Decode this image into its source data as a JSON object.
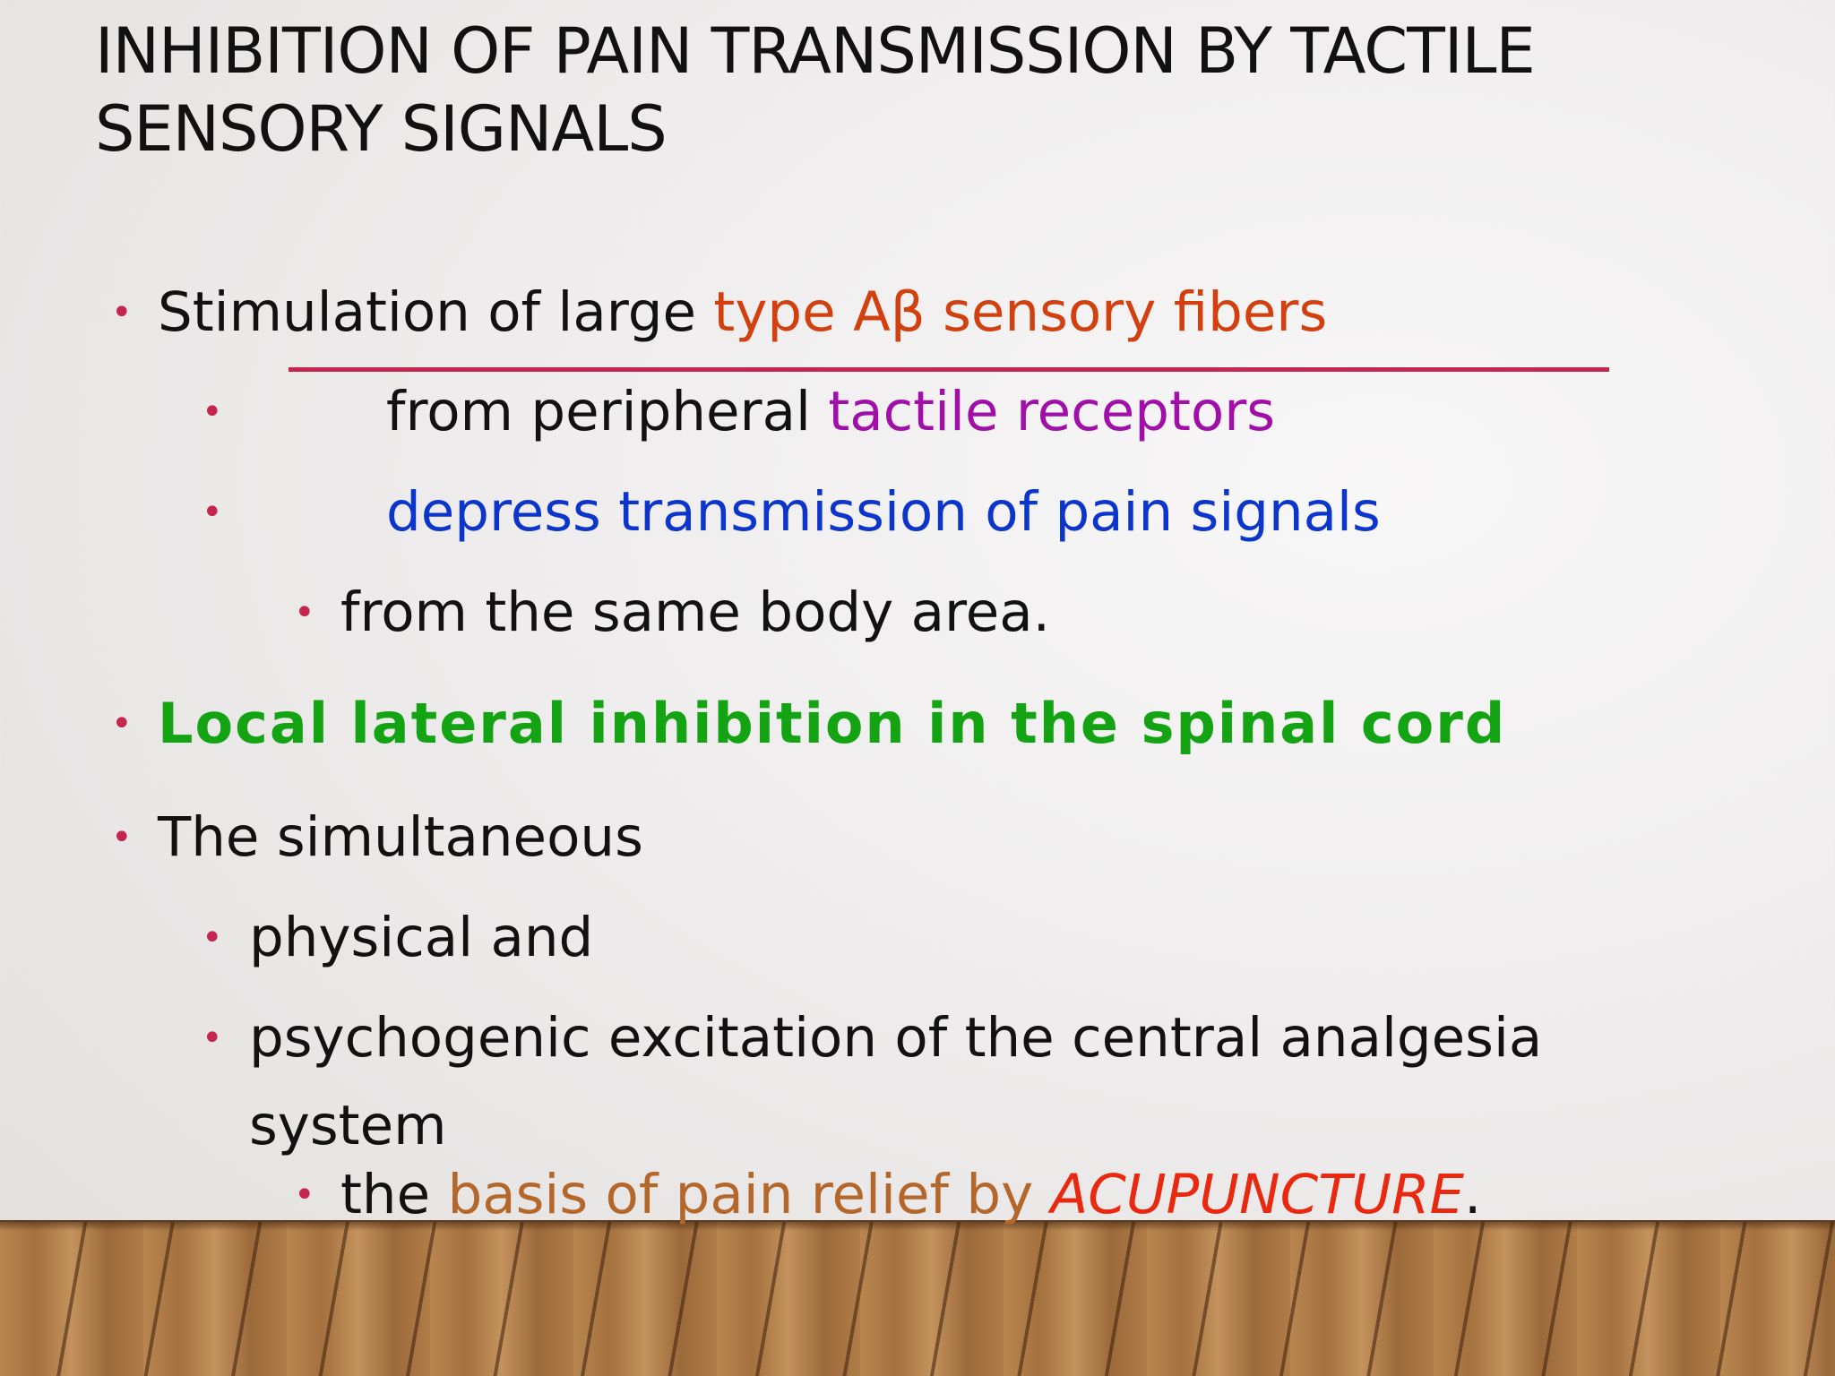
{
  "slide": {
    "title": "INHIBITION OF PAIN TRANSMISSION BY TACTILE SENSORY SIGNALS",
    "bullet_glyph": "•",
    "colors": {
      "text": "#111111",
      "bullet": "#c4264f",
      "orange_red": "#d2400f",
      "purple": "#a010a8",
      "blue": "#0c35cc",
      "green": "#13a313",
      "brown": "#b4672a",
      "red": "#e8290f"
    },
    "bullets": [
      {
        "prefix": "Stimulation of large ",
        "highlight": "type Aβ sensory fibers"
      },
      {
        "prefix": "from peripheral ",
        "highlight": "tactile receptors"
      },
      {
        "highlight": "depress transmission of pain signals"
      },
      {
        "text": "from the same body area."
      },
      {
        "highlight": "Local lateral inhibition in the spinal cord"
      },
      {
        "text": "The simultaneous"
      },
      {
        "text": "physical and"
      },
      {
        "text_line1": "psychogenic excitation of the central analgesia",
        "text_line2": "system"
      },
      {
        "prefix": "the ",
        "highlight1": "basis of pain relief by ",
        "highlight2": "ACUPUNCTURE",
        "suffix": "."
      }
    ]
  }
}
